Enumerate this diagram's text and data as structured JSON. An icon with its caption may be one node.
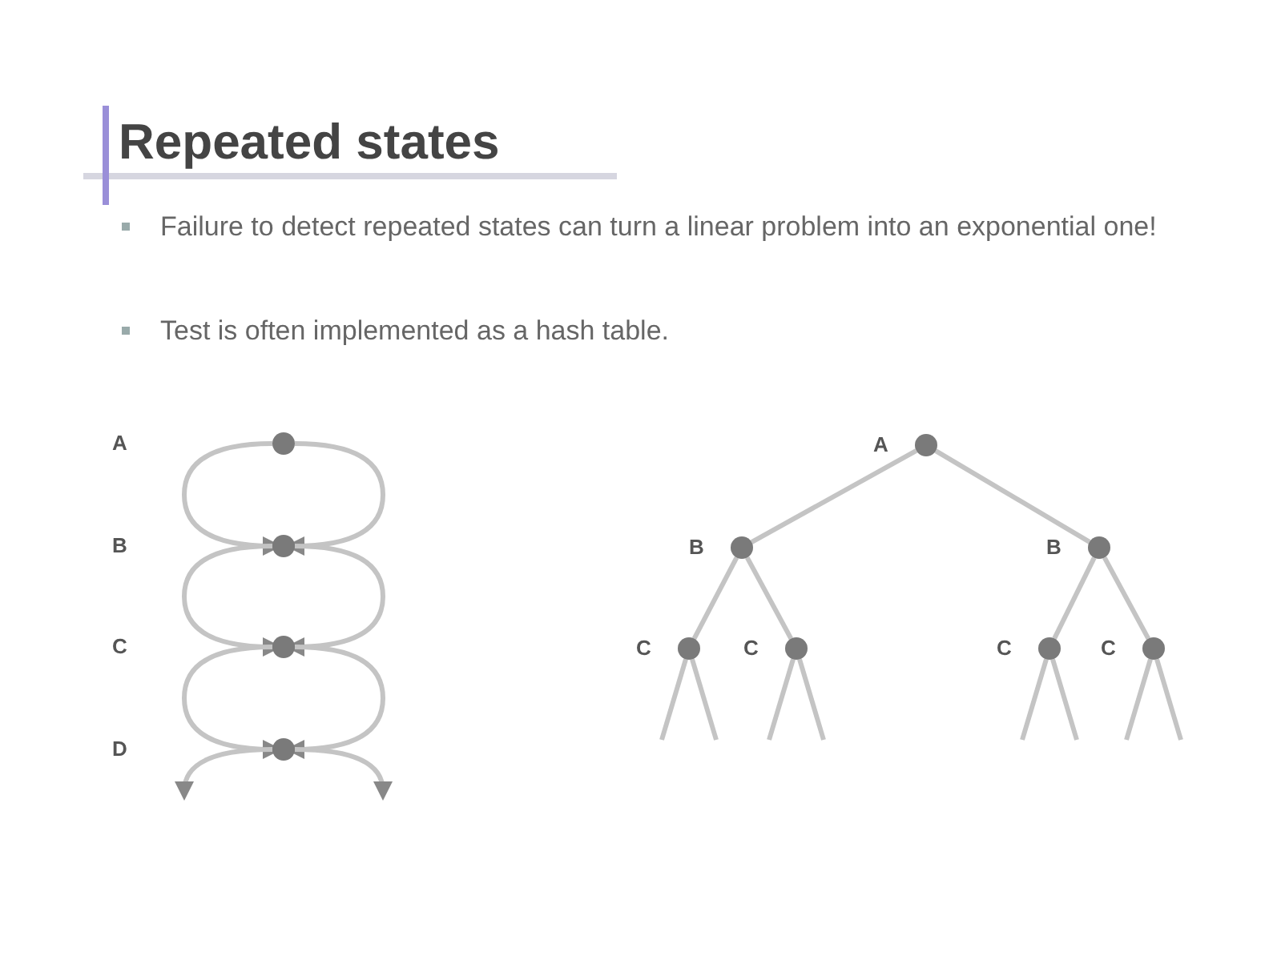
{
  "diagram": {
    "title": "Repeated states",
    "nodes": [
      {
        "text": [],
        "shape": "circle"
      },
      {
        "text": [],
        "shape": "circle"
      },
      {
        "text": [],
        "shape": "circle"
      },
      {
        "text": [],
        "shape": "circle"
      },
      {
        "text": [],
        "shape": "circle",
        "beside": [
          "A"
        ]
      },
      {
        "text": [],
        "shape": "circle",
        "beside": [
          "B"
        ]
      },
      {
        "text": [],
        "shape": "circle",
        "beside": [
          "B"
        ]
      },
      {
        "text": [],
        "shape": "circle",
        "beside": [
          "C"
        ]
      },
      {
        "text": [],
        "shape": "circle",
        "beside": [
          "C"
        ]
      },
      {
        "text": [],
        "shape": "circle",
        "beside": [
          "C"
        ]
      },
      {
        "text": [],
        "shape": "circle",
        "beside": [
          "C"
        ]
      }
    ],
    "edges": [
      {
        "from": 0,
        "to": 1,
        "arrow": "to"
      },
      {
        "from": 0,
        "to": 1,
        "arrow": "to"
      },
      {
        "from": 1,
        "to": 2,
        "arrow": "to"
      },
      {
        "from": 1,
        "to": 2,
        "arrow": "to"
      },
      {
        "from": 2,
        "to": 3,
        "arrow": "to"
      },
      {
        "from": 2,
        "to": 3,
        "arrow": "to"
      },
      {
        "from": 3,
        "to": null,
        "arrow": "to"
      },
      {
        "from": 3,
        "to": null,
        "arrow": "to"
      },
      {
        "from": 4,
        "to": 5,
        "arrow": "none"
      },
      {
        "from": 4,
        "to": 6,
        "arrow": "none"
      },
      {
        "from": 5,
        "to": 7,
        "arrow": "none"
      },
      {
        "from": 5,
        "to": 8,
        "arrow": "none"
      },
      {
        "from": 6,
        "to": 9,
        "arrow": "none"
      },
      {
        "from": 6,
        "to": 10,
        "arrow": "none"
      },
      {
        "from": 7,
        "to": null,
        "arrow": "none"
      },
      {
        "from": 7,
        "to": null,
        "arrow": "none"
      },
      {
        "from": 8,
        "to": null,
        "arrow": "none"
      },
      {
        "from": 8,
        "to": null,
        "arrow": "none"
      },
      {
        "from": 9,
        "to": null,
        "arrow": "none"
      },
      {
        "from": 9,
        "to": null,
        "arrow": "none"
      },
      {
        "from": 10,
        "to": null,
        "arrow": "none"
      },
      {
        "from": 10,
        "to": null,
        "arrow": "none"
      }
    ],
    "labels": [
      "Failure to detect repeated states can turn a linear problem into an exponential one!",
      "Test is often implemented as a hash table.",
      "A",
      "B",
      "C",
      "D"
    ]
  }
}
